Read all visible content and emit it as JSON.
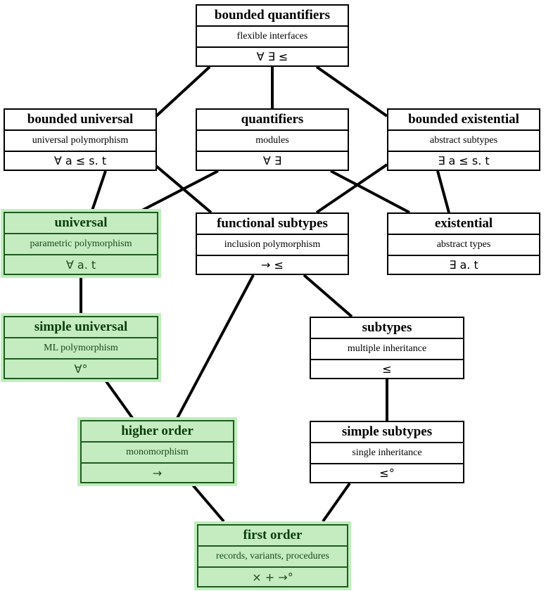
{
  "nodes": {
    "bounded_quantifiers": {
      "title": "bounded quantifiers",
      "subtitle": "flexible interfaces",
      "symbols": "∀ ∃ ≤"
    },
    "bounded_universal": {
      "title": "bounded universal",
      "subtitle": "universal polymorphism",
      "symbols": "∀ a ≤ s. t"
    },
    "quantifiers": {
      "title": "quantifiers",
      "subtitle": "modules",
      "symbols": "∀ ∃"
    },
    "bounded_existential": {
      "title": "bounded existential",
      "subtitle": "abstract subtypes",
      "symbols": "∃ a ≤ s. t"
    },
    "universal": {
      "title": "universal",
      "subtitle": "parametric polymorphism",
      "symbols": "∀ a. t",
      "highlighted": true
    },
    "functional_subtypes": {
      "title": "functional subtypes",
      "subtitle": "inclusion polymorphism",
      "symbols": "→ ≤"
    },
    "existential": {
      "title": "existential",
      "subtitle": "abstract types",
      "symbols": "∃ a. t"
    },
    "simple_universal": {
      "title": "simple universal",
      "subtitle": "ML polymorphism",
      "symbols": "∀°",
      "highlighted": true
    },
    "subtypes": {
      "title": "subtypes",
      "subtitle": "multiple inheritance",
      "symbols": "≤"
    },
    "higher_order": {
      "title": "higher order",
      "subtitle": "monomorphism",
      "symbols": "→",
      "highlighted": true
    },
    "simple_subtypes": {
      "title": "simple subtypes",
      "subtitle": "single inheritance",
      "symbols": "≤°"
    },
    "first_order": {
      "title": "first order",
      "subtitle": "records, variants, procedures",
      "symbols": "× + →°",
      "highlighted": true
    }
  },
  "edges": [
    [
      "bounded_quantifiers",
      "bounded_universal"
    ],
    [
      "bounded_quantifiers",
      "quantifiers"
    ],
    [
      "bounded_quantifiers",
      "bounded_existential"
    ],
    [
      "bounded_universal",
      "universal"
    ],
    [
      "bounded_universal",
      "functional_subtypes"
    ],
    [
      "quantifiers",
      "universal"
    ],
    [
      "quantifiers",
      "existential"
    ],
    [
      "bounded_existential",
      "functional_subtypes"
    ],
    [
      "bounded_existential",
      "existential"
    ],
    [
      "universal",
      "simple_universal"
    ],
    [
      "functional_subtypes",
      "higher_order"
    ],
    [
      "functional_subtypes",
      "subtypes"
    ],
    [
      "simple_universal",
      "higher_order"
    ],
    [
      "subtypes",
      "simple_subtypes"
    ],
    [
      "higher_order",
      "first_order"
    ],
    [
      "simple_subtypes",
      "first_order"
    ]
  ],
  "colors": {
    "highlight_fill": "#c4ecc0",
    "highlight_border": "#1f5a1f",
    "highlight_text": "#0b3d0b"
  }
}
